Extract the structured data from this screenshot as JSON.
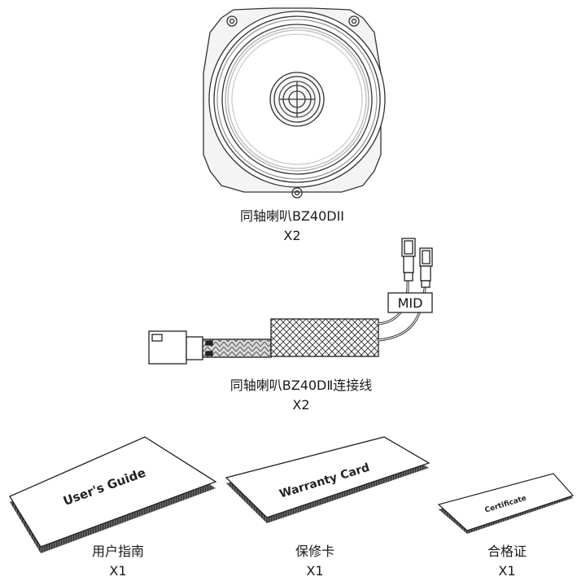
{
  "speaker": {
    "name": "同轴喇叭BZ40DII",
    "qty": "X2"
  },
  "cable": {
    "name": "同轴喇叭BZ40DⅡ连接线",
    "qty": "X2",
    "tag": "MID"
  },
  "guide": {
    "name": "用户指南",
    "qty": "X1",
    "cover_text": "User's Guide"
  },
  "warranty": {
    "name": "保修卡",
    "qty": "X1",
    "cover_text": "Warranty Card"
  },
  "certificate": {
    "name": "合格证",
    "qty": "X1",
    "cover_text": "Certificate"
  }
}
